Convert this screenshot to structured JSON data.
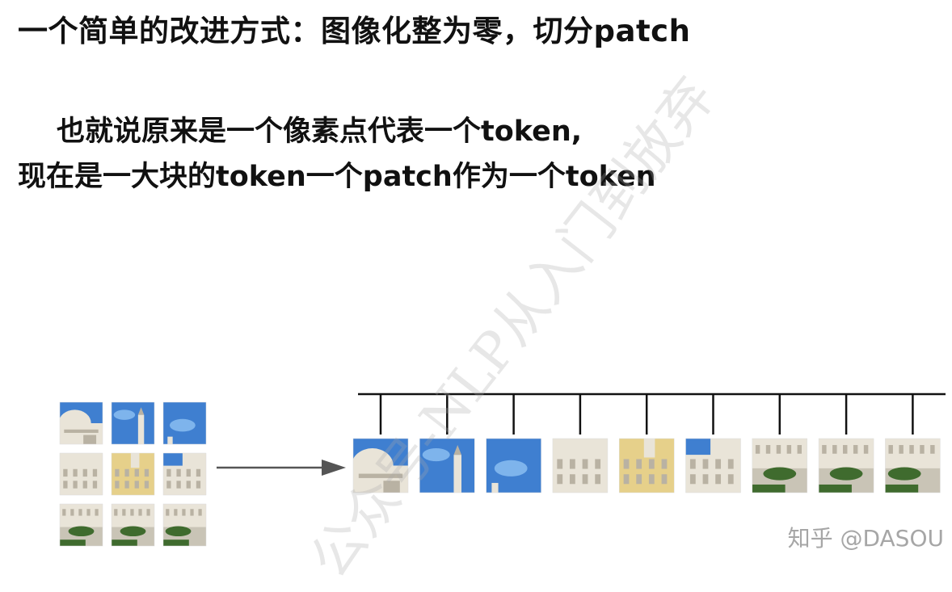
{
  "title": "一个简单的改进方式：图像化整为零，切分patch",
  "subtitle_line1": "也就说原来是一个像素点代表一个token,",
  "subtitle_line2": "现在是一大块的token一个patch作为一个token",
  "watermark_diagonal": "公众号-NLP从入门到放弃",
  "watermark_corner": "知乎 @DASOU",
  "diagram": {
    "grid_rows": 3,
    "grid_cols": 3,
    "sequence_patches": 9,
    "patch_kinds": [
      "building-dome",
      "sky-tower",
      "sky",
      "facade-left",
      "facade-yellow",
      "facade-right",
      "garden-left",
      "garden-mid",
      "garden-right"
    ],
    "colors": {
      "sky": "#3f7fd0",
      "sky_light": "#7eb4ec",
      "building": "#e9e4d8",
      "building_shadow": "#b9b2a3",
      "yellow": "#e6d08a",
      "grass": "#3f6b2e",
      "path": "#c9c4b6",
      "line": "#111111",
      "arrow": "#555555"
    }
  }
}
